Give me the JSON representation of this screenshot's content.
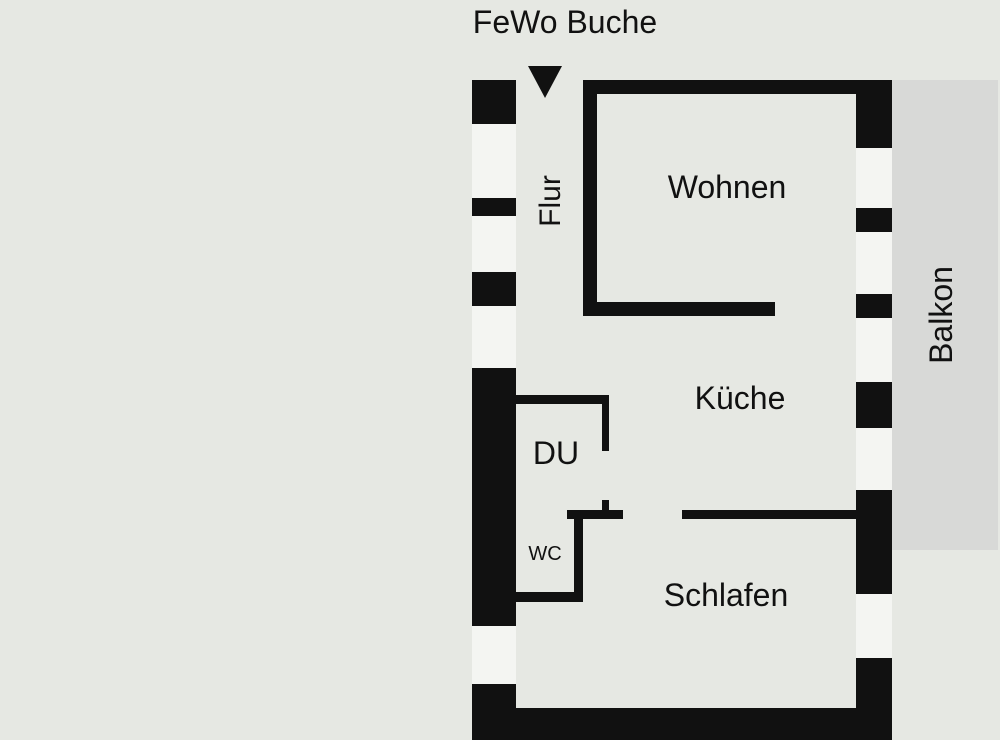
{
  "title": "FeWo Buche",
  "rooms": {
    "flur": "Flur",
    "wohnen": "Wohnen",
    "kueche": "Küche",
    "du": "DU",
    "wc": "WC",
    "schlafen": "Schlafen",
    "balkon": "Balkon"
  },
  "colors": {
    "background": "#e6e8e3",
    "wall": "#111111",
    "window": "#f4f5f2",
    "balcony": "#d8d9d7"
  }
}
